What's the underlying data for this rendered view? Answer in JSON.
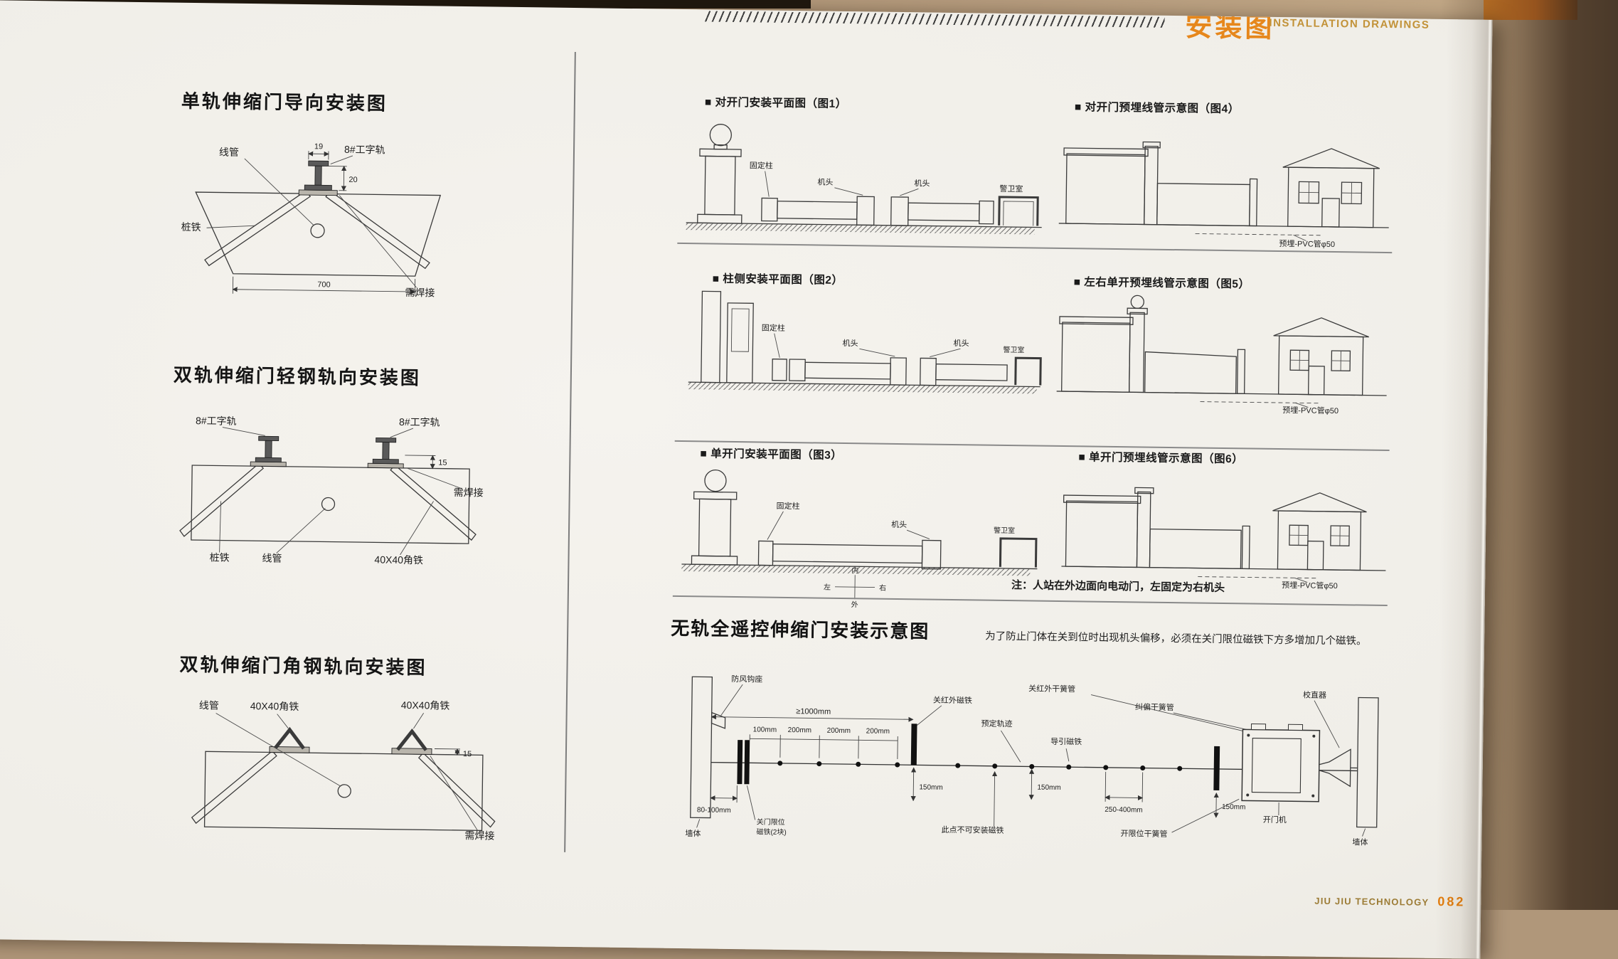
{
  "header": {
    "title_cn": "安装图",
    "title_en": "INSTALLATION DRAWINGS"
  },
  "footer": {
    "brand": "JIU JIU TECHNOLOGY",
    "page_number": "082"
  },
  "sections_left": {
    "sec1": {
      "title": "单轨伸缩门导向安装图",
      "labels": {
        "conduit": "线管",
        "rail": "8#工字轨",
        "dim19": "19",
        "dim20": "20",
        "pile": "桩铁",
        "dim700": "700",
        "weld": "需焊接"
      }
    },
    "sec2": {
      "title": "双轨伸缩门轻钢轨向安装图",
      "labels": {
        "rail_left": "8#工字轨",
        "rail_right": "8#工字轨",
        "dim15": "15",
        "weld": "需焊接",
        "pile": "桩铁",
        "conduit": "线管",
        "angle": "40X40角铁"
      }
    },
    "sec3": {
      "title": "双轨伸缩门角钢轨向安装图",
      "labels": {
        "conduit": "线管",
        "angle_left": "40X40角铁",
        "angle_right": "40X40角铁",
        "dim15": "15",
        "weld": "需焊接"
      }
    }
  },
  "figures": {
    "fig1": {
      "title": "■ 对开门安装平面图（图1）",
      "fixed_post": "固定柱",
      "head_left": "机头",
      "head_right": "机头",
      "guard_room": "警卫室"
    },
    "fig4": {
      "title": "■ 对开门预埋线管示意图（图4）",
      "pvc": "预埋-PVC管φ50"
    },
    "fig2": {
      "title": "■ 柱侧安装平面图（图2）",
      "fixed_post": "固定柱",
      "head_left": "机头",
      "head_right": "机头",
      "guard_room": "警卫室"
    },
    "fig5": {
      "title": "■ 左右单开预埋线管示意图（图5）",
      "pvc": "预埋-PVC管φ50"
    },
    "fig3": {
      "title": "■ 单开门安装平面图（图3）",
      "fixed_post": "固定柱",
      "head": "机头",
      "guard_room": "警卫室",
      "dir_inner": "内",
      "dir_left": "左",
      "dir_right": "右",
      "dir_outer": "外",
      "note": "注：人站在外边面向电动门，左固定为右机头"
    },
    "fig6": {
      "title": "■ 单开门预埋线管示意图（图6）",
      "pvc": "预埋-PVC管φ50"
    }
  },
  "trackless": {
    "title": "无轨全遥控伸缩门安装示意图",
    "note": "为了防止门体在关到位时出现机头偏移，必须在关门限位磁铁下方多增加几个磁铁。",
    "labels": {
      "wind_hook": "防风钩座",
      "close_ir_magnet": "关红外磁铁",
      "close_ir_reed": "关红外干簧管",
      "straightener": "校直器",
      "corr_reed": "纠偏干簧管",
      "track": "预定轨迹",
      "guide_magnet": "导引磁铁",
      "no_magnet_here": "此点不可安装磁铁",
      "close_limit_1": "关门限位",
      "close_limit_2": "磁铁(2块)",
      "open_limit_reed": "开限位干簧管",
      "operator": "开门机",
      "wall_left": "墙体",
      "wall_right": "墙体"
    },
    "dims": {
      "d1000": "≥1000mm",
      "d100": "100mm",
      "d200a": "200mm",
      "d200b": "200mm",
      "d200c": "200mm",
      "d150a": "150mm",
      "d150b": "150mm",
      "d150c": "150mm",
      "d250_400": "250-400mm",
      "d80_100": "80-100mm"
    }
  }
}
